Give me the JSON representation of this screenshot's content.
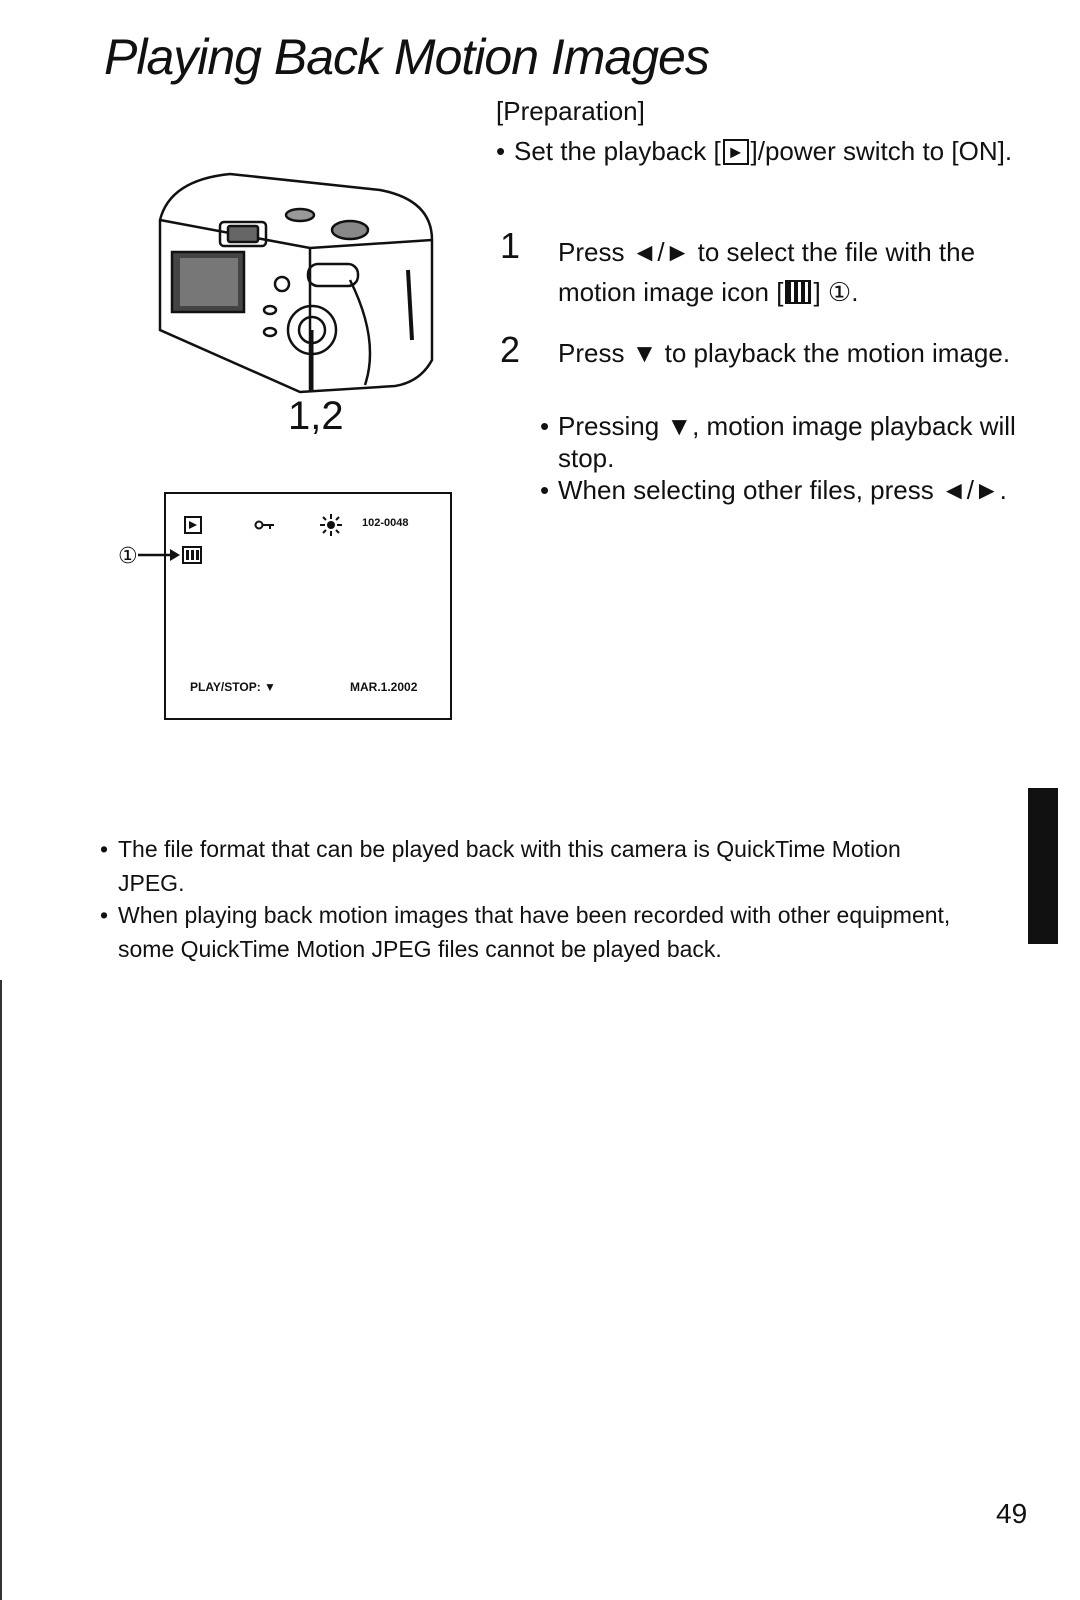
{
  "title": "Playing Back Motion Images",
  "preparation": {
    "heading": "[Preparation]",
    "bullet_pre": "Set the playback [",
    "play_symbol": "►",
    "bullet_post": "]/power switch to [ON]."
  },
  "steps": [
    {
      "number": "1",
      "text_pre": "Press ◄/► to select the file with the motion image icon [",
      "text_post": "] ①."
    },
    {
      "number": "2",
      "text": "Press ▼ to playback the motion image.",
      "bullets": [
        "Pressing ▼, motion image playback will stop.",
        "When selecting other files, press ◄/►."
      ]
    }
  ],
  "illustration": {
    "step_label": "1,2",
    "lcd": {
      "file_number": "102-0048",
      "play_stop": "PLAY/STOP: ▼",
      "date": "MAR.1.2002",
      "callout": "①"
    }
  },
  "notes": [
    "The file format that can be played back with this camera is QuickTime Motion JPEG.",
    "When playing back motion images that have been recorded with other equipment, some QuickTime Motion JPEG files cannot be played back."
  ],
  "page_number": "49",
  "icons": {
    "play": "play-icon",
    "motion": "film-icon",
    "key": "key-icon",
    "sun": "sun-icon"
  }
}
